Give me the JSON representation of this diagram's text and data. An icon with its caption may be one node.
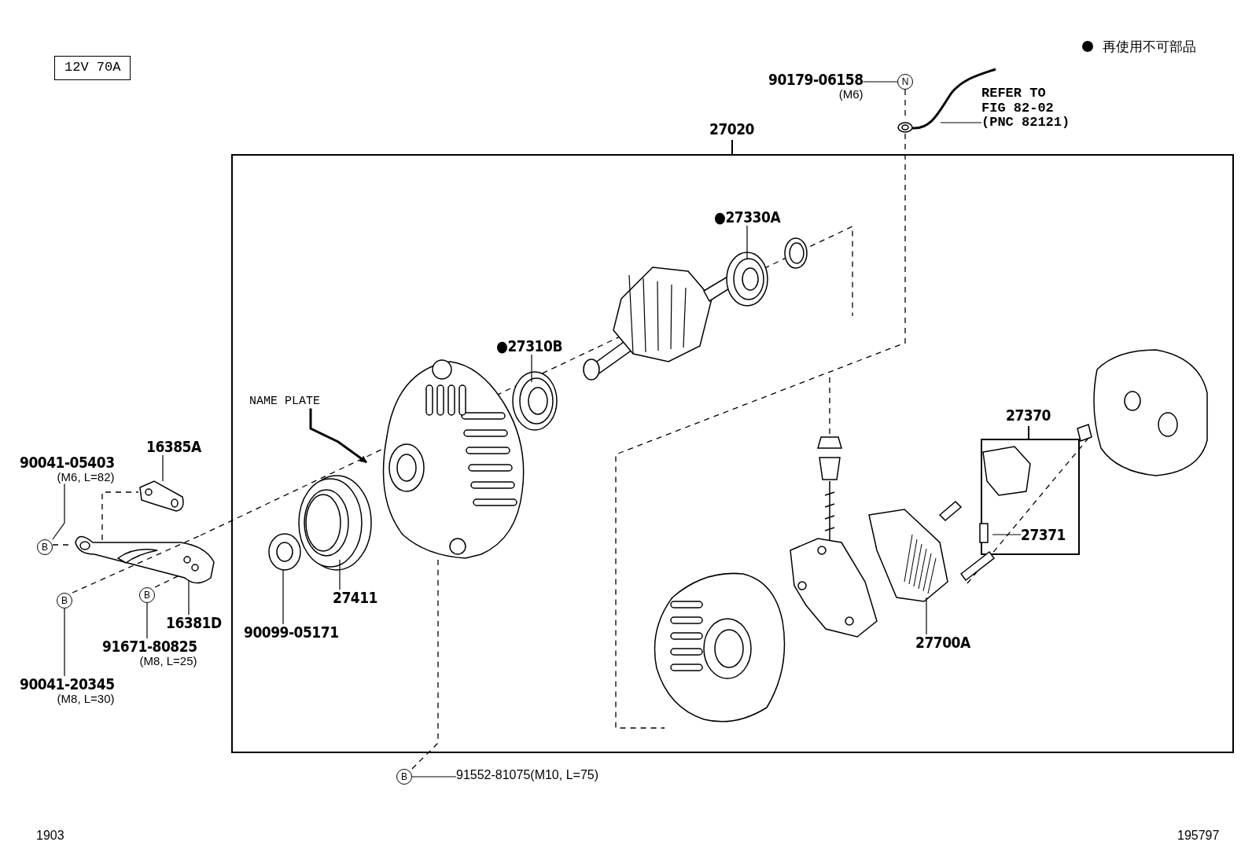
{
  "diagram": {
    "nodes": [
      {
        "text": [
          "12V 70A"
        ]
      },
      {
        "text": [
          "27020"
        ]
      },
      {
        "text": [
          "●27330A"
        ],
        "in": 1
      },
      {
        "text": [
          "●27310B"
        ],
        "in": 1
      },
      {
        "text": [
          "NAME PLATE"
        ],
        "in": 1
      },
      {
        "text": [
          "27411"
        ],
        "in": 1
      },
      {
        "text": [
          "90099-05171"
        ],
        "in": 1
      },
      {
        "text": [
          "27370"
        ],
        "in": 1
      },
      {
        "text": [
          "27371"
        ],
        "in": 7
      },
      {
        "text": [
          "27700A"
        ],
        "in": 1
      },
      {
        "text": [
          "90179-06158",
          "(M6)"
        ]
      },
      {
        "text": [
          "N"
        ]
      },
      {
        "text": [
          "REFER TO FIG 82-02 (PNC 82121)"
        ]
      },
      {
        "text": [
          "16385A"
        ]
      },
      {
        "text": [
          "90041-05403",
          "(M6, L=82)"
        ]
      },
      {
        "text": [
          "B"
        ]
      },
      {
        "text": [
          "B"
        ]
      },
      {
        "text": [
          "B"
        ]
      },
      {
        "text": [
          "16381D"
        ]
      },
      {
        "text": [
          "91671-80825",
          "(M8, L=25)"
        ]
      },
      {
        "text": [
          "90041-20345",
          "(M8, L=30)"
        ]
      },
      {
        "text": [
          "B"
        ]
      },
      {
        "text": [
          "91552-81075(M10, L=75)"
        ]
      }
    ],
    "edges": [
      {
        "from": 2,
        "to": null,
        "arrow": "none"
      },
      {
        "from": 3,
        "to": null,
        "arrow": "none"
      },
      {
        "from": 4,
        "to": null,
        "arrow": "to"
      },
      {
        "from": 5,
        "to": null,
        "arrow": "none"
      },
      {
        "from": 6,
        "to": null,
        "arrow": "none"
      },
      {
        "from": 8,
        "to": null,
        "arrow": "none"
      },
      {
        "from": 9,
        "to": null,
        "arrow": "none"
      },
      {
        "from": 10,
        "to": 11,
        "arrow": "none"
      },
      {
        "from": 11,
        "to": null,
        "arrow": "none",
        "style": "dashed"
      },
      {
        "from": 12,
        "to": null,
        "arrow": "none"
      },
      {
        "from": 13,
        "to": null,
        "arrow": "none"
      },
      {
        "from": 14,
        "to": 15,
        "arrow": "none"
      },
      {
        "from": 15,
        "to": null,
        "arrow": "none",
        "style": "dashed"
      },
      {
        "from": 20,
        "to": 16,
        "arrow": "none"
      },
      {
        "from": 16,
        "to": null,
        "arrow": "none",
        "style": "dashed"
      },
      {
        "from": 19,
        "to": 17,
        "arrow": "none"
      },
      {
        "from": 17,
        "to": null,
        "arrow": "none",
        "style": "dashed"
      },
      {
        "from": 18,
        "to": null,
        "arrow": "none"
      },
      {
        "from": 22,
        "to": 21,
        "arrow": "none"
      },
      {
        "from": 21,
        "to": null,
        "arrow": "none",
        "style": "dashed"
      }
    ],
    "labels": [
      "1903",
      "195797"
    ],
    "legend": [
      {
        "text": "再使用不可部品"
      }
    ]
  }
}
